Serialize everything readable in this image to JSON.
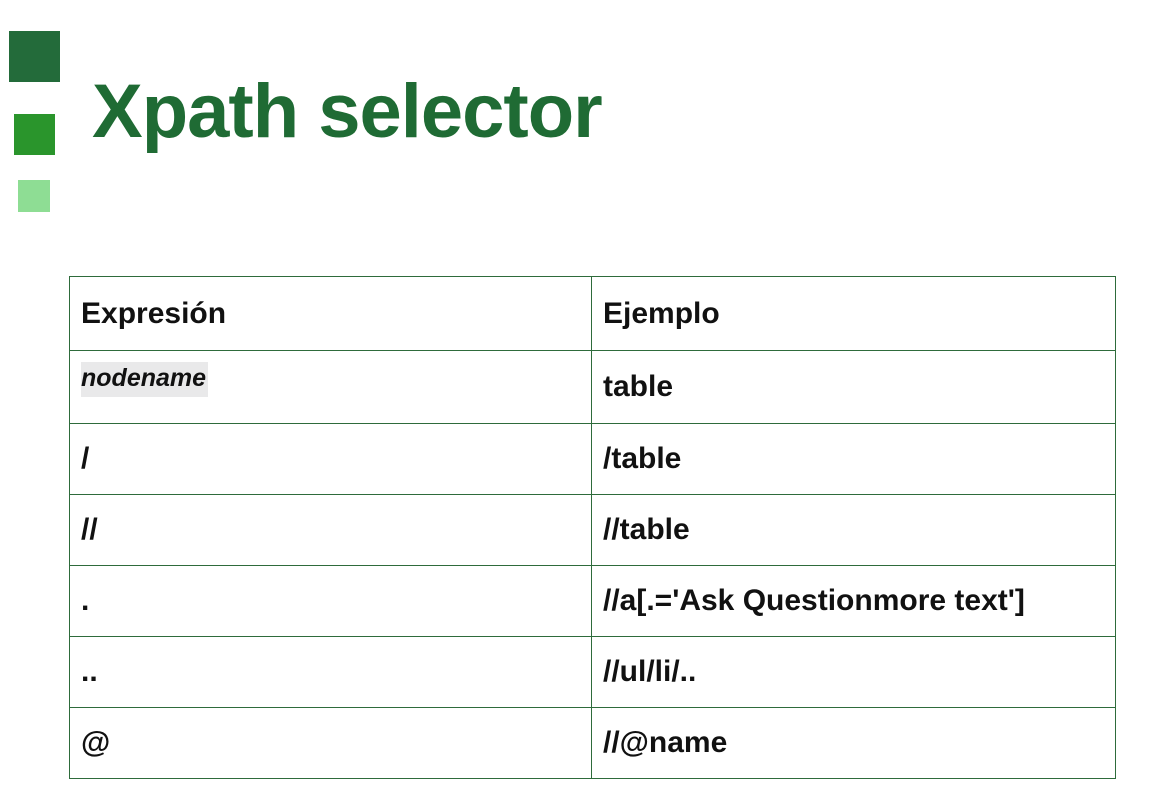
{
  "title": "Xpath selector",
  "colors": {
    "title": "#1f6b34",
    "deco_dark": "#236b3a",
    "deco_mid": "#2a952c",
    "deco_light": "#8edd94",
    "table_border": "#2e6b3b"
  },
  "table": {
    "headers": [
      "Expresión",
      "Ejemplo"
    ],
    "rows": [
      [
        "nodename",
        "table"
      ],
      [
        "/",
        "/table"
      ],
      [
        "//",
        "//table"
      ],
      [
        ".",
        "//a[.='Ask Questionmore text']"
      ],
      [
        "..",
        "//ul/li/.."
      ],
      [
        "@",
        "//@name"
      ]
    ]
  }
}
